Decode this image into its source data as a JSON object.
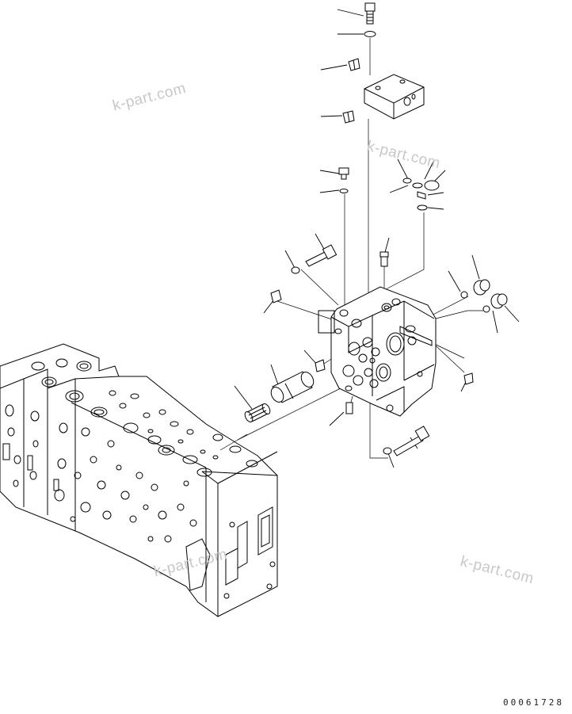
{
  "watermarks": [
    {
      "text": "k-part.com"
    },
    {
      "text": "k-part.com"
    },
    {
      "text": "k-part.com"
    },
    {
      "text": "k-part.com"
    }
  ],
  "drawing_code": "00061728",
  "colors": {
    "line": "#000000",
    "watermark": "#c8c8c8",
    "background": "#ffffff"
  }
}
